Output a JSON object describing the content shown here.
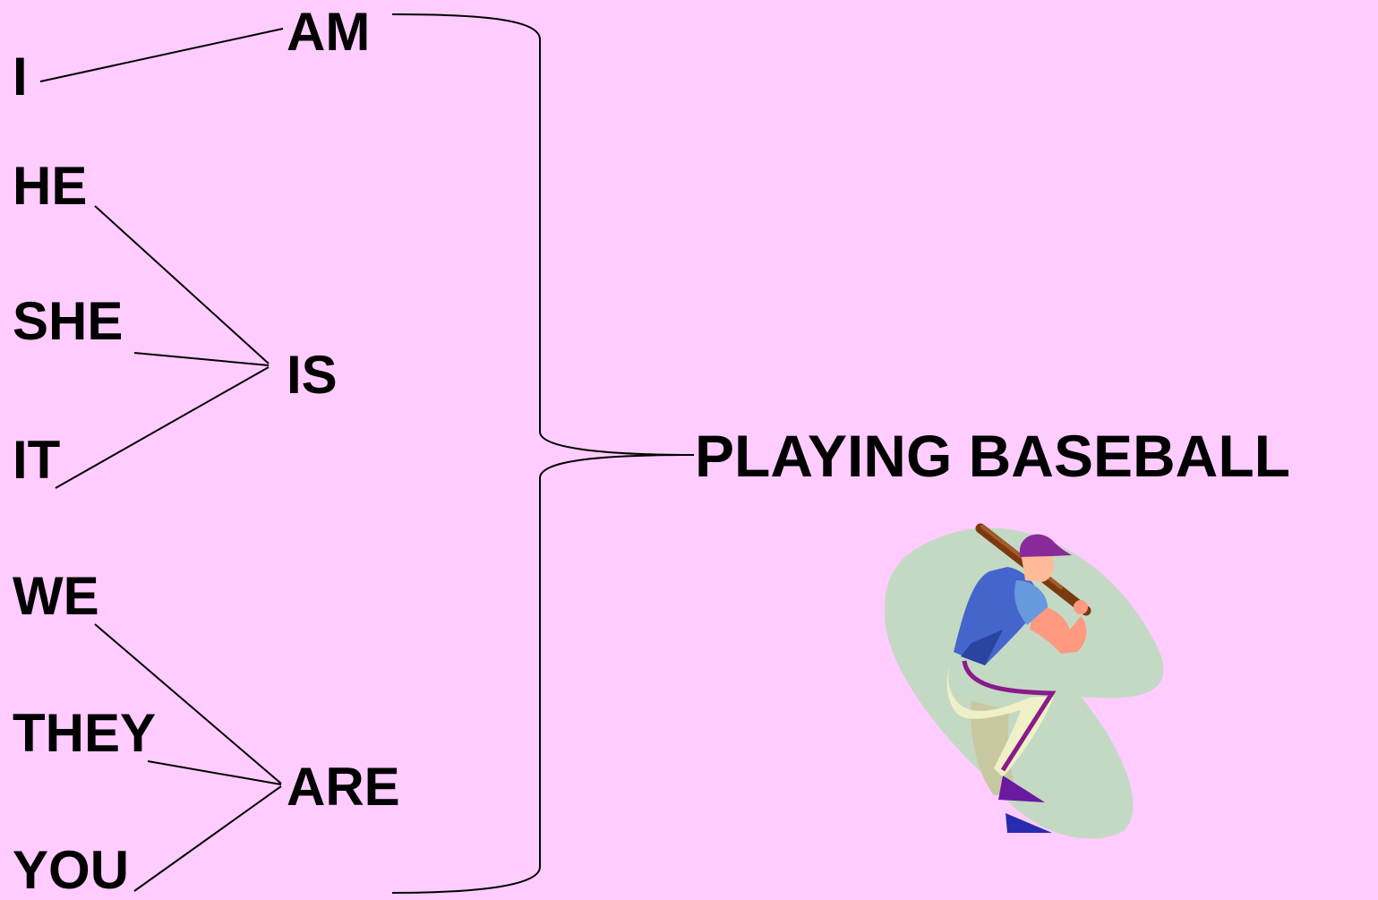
{
  "subjects": {
    "i": "I",
    "he": "HE",
    "she": "SHE",
    "it": "IT",
    "we": "WE",
    "they": "THEY",
    "you": "YOU"
  },
  "verbs": {
    "am": "AM",
    "is": "IS",
    "are": "ARE"
  },
  "phrase": "PLAYING BASEBALL",
  "colors": {
    "background": "#ffccff",
    "text": "#000000",
    "clipart_backdrop": "#c4d9c4",
    "shirt": "#4466cc",
    "cap": "#8a2a9a",
    "pants": "#f0f0c8"
  },
  "clipart": {
    "name": "baseball-batter-icon"
  }
}
